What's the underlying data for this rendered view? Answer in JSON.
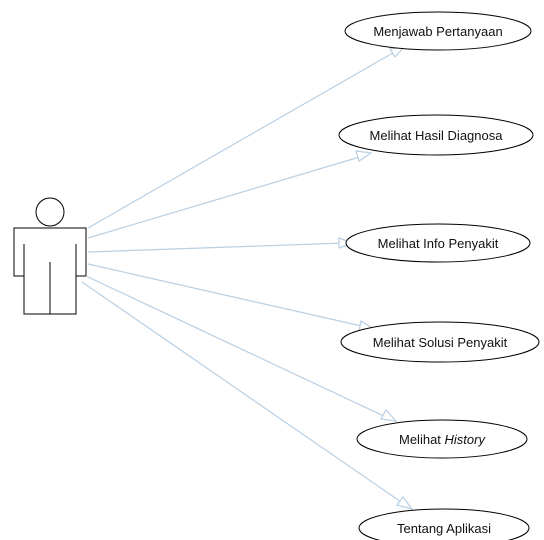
{
  "diagram": {
    "type": "use-case",
    "actor": {
      "icon": "actor-icon"
    },
    "use_cases": [
      {
        "id": "uc1",
        "label": "Menjawab Pertanyaan"
      },
      {
        "id": "uc2",
        "label": "Melihat Hasil Diagnosa"
      },
      {
        "id": "uc3",
        "label": "Melihat Info Penyakit"
      },
      {
        "id": "uc4",
        "label": "Melihat Solusi Penyakit"
      },
      {
        "id": "uc5",
        "label": "Melihat ",
        "label_italic": "History"
      },
      {
        "id": "uc6",
        "label": "Tentang Aplikasi"
      }
    ],
    "colors": {
      "association_line": "#b9cfe2",
      "ellipse_stroke": "#000000",
      "text": "#111111",
      "background": "#ffffff"
    }
  }
}
